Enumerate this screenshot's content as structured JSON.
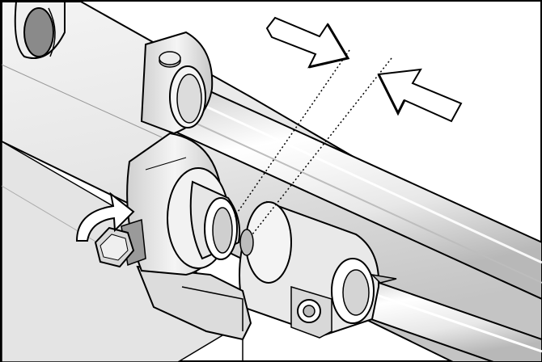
{
  "figure": {
    "style": "technical line illustration, grayscale shading, black outlines",
    "parts": [
      "upper-shaft",
      "upper-bearing-collar",
      "lower-shaft",
      "clamp-collar",
      "sleeve-bushing",
      "hex-bolt",
      "lower-bearing-block"
    ],
    "annotations": [
      "arrow-pointing-right",
      "arrow-pointing-left",
      "alignment-line-left",
      "alignment-line-right",
      "rotation-arrow"
    ],
    "colors": {
      "outline": "#000000",
      "light": "#f2f2f2",
      "mid": "#d9d9d9",
      "shadow": "#b3b3b3",
      "dark": "#8a8a8a",
      "background": "#ffffff"
    }
  }
}
